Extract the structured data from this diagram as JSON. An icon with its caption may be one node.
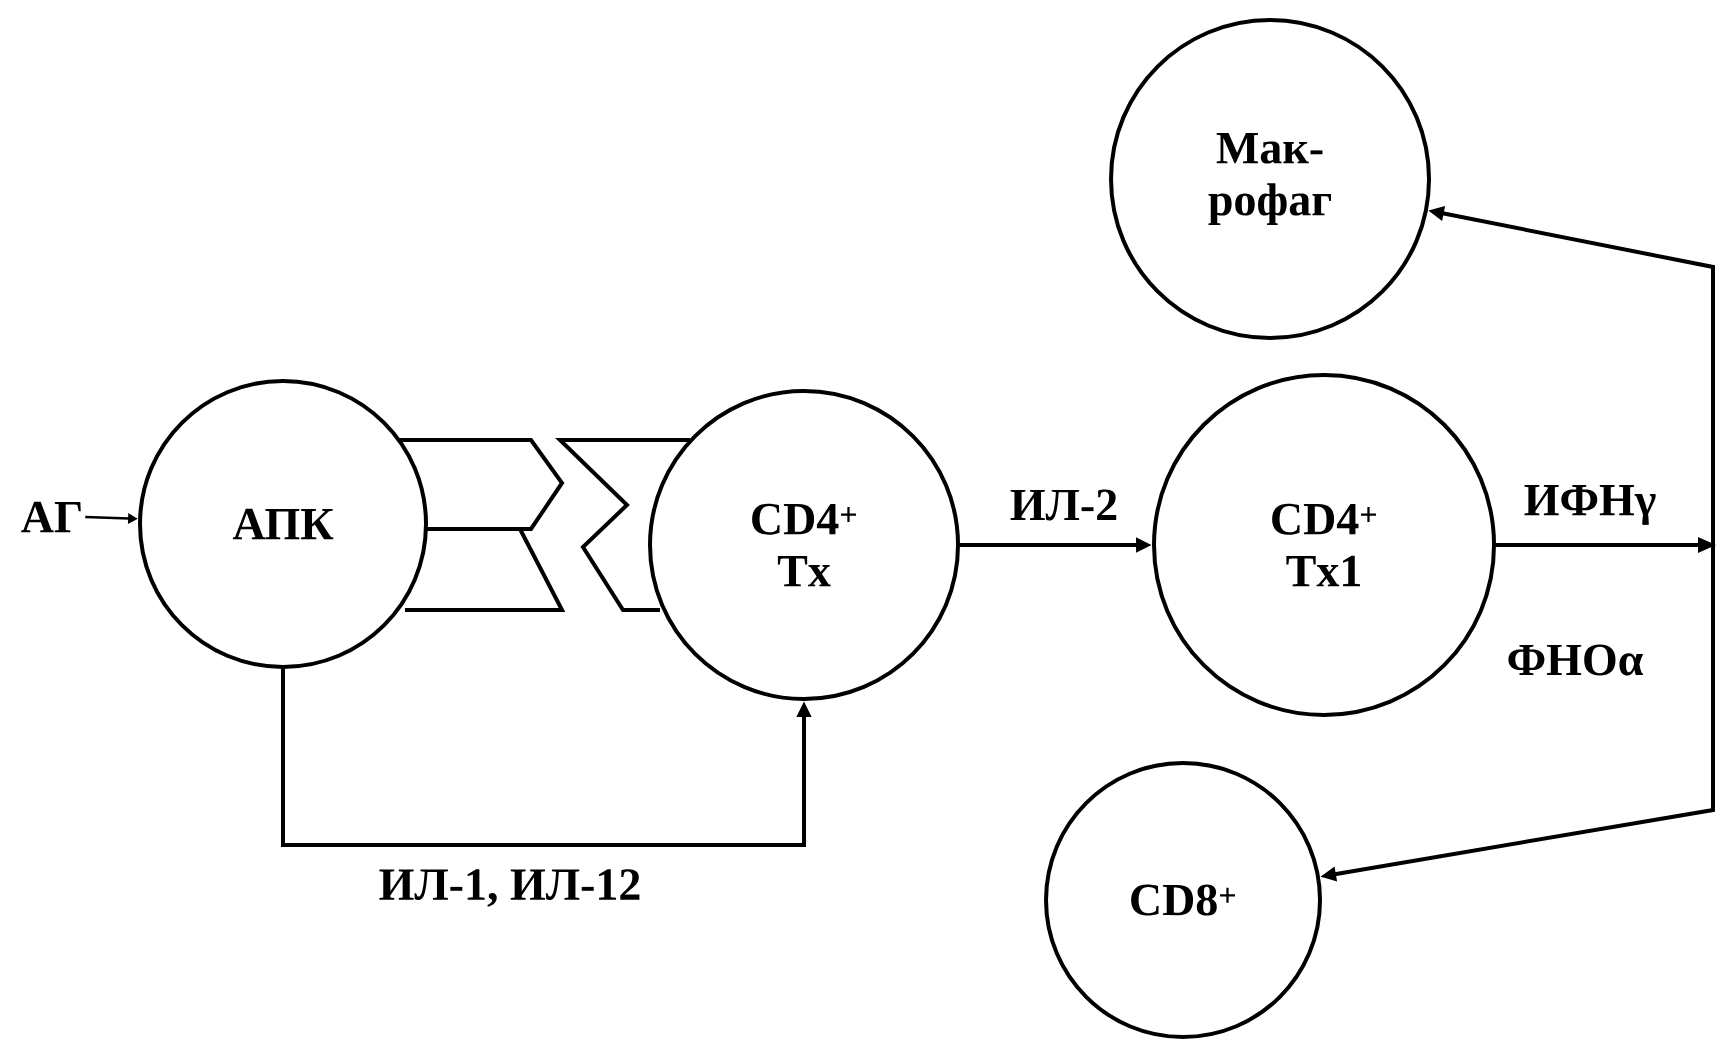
{
  "diagram": {
    "nodes": [
      {
        "text": [
          "АГ"
        ]
      },
      {
        "text": [
          "АПК"
        ]
      },
      {
        "text": [
          "CD4$^{+}$ Tx"
        ]
      },
      {
        "text": [
          "CD4$^{+}$ Tx1"
        ]
      },
      {
        "text": [
          "Мак-рофаг"
        ]
      },
      {
        "text": [
          "CD8$^{+}$"
        ]
      }
    ],
    "edges": [
      {
        "from": 0,
        "to": 1,
        "arrow": "to"
      },
      {
        "from": 1,
        "to": 2,
        "arrow": "to",
        "label": "ИЛ-1, ИЛ-12"
      },
      {
        "from": 2,
        "to": 3,
        "arrow": "to",
        "label": "ИЛ-2"
      },
      {
        "from": 3,
        "to": 4,
        "arrow": "to",
        "label": "ИФНγ"
      },
      {
        "from": 3,
        "to": 5,
        "arrow": "to",
        "label": "ФНОα"
      }
    ]
  }
}
